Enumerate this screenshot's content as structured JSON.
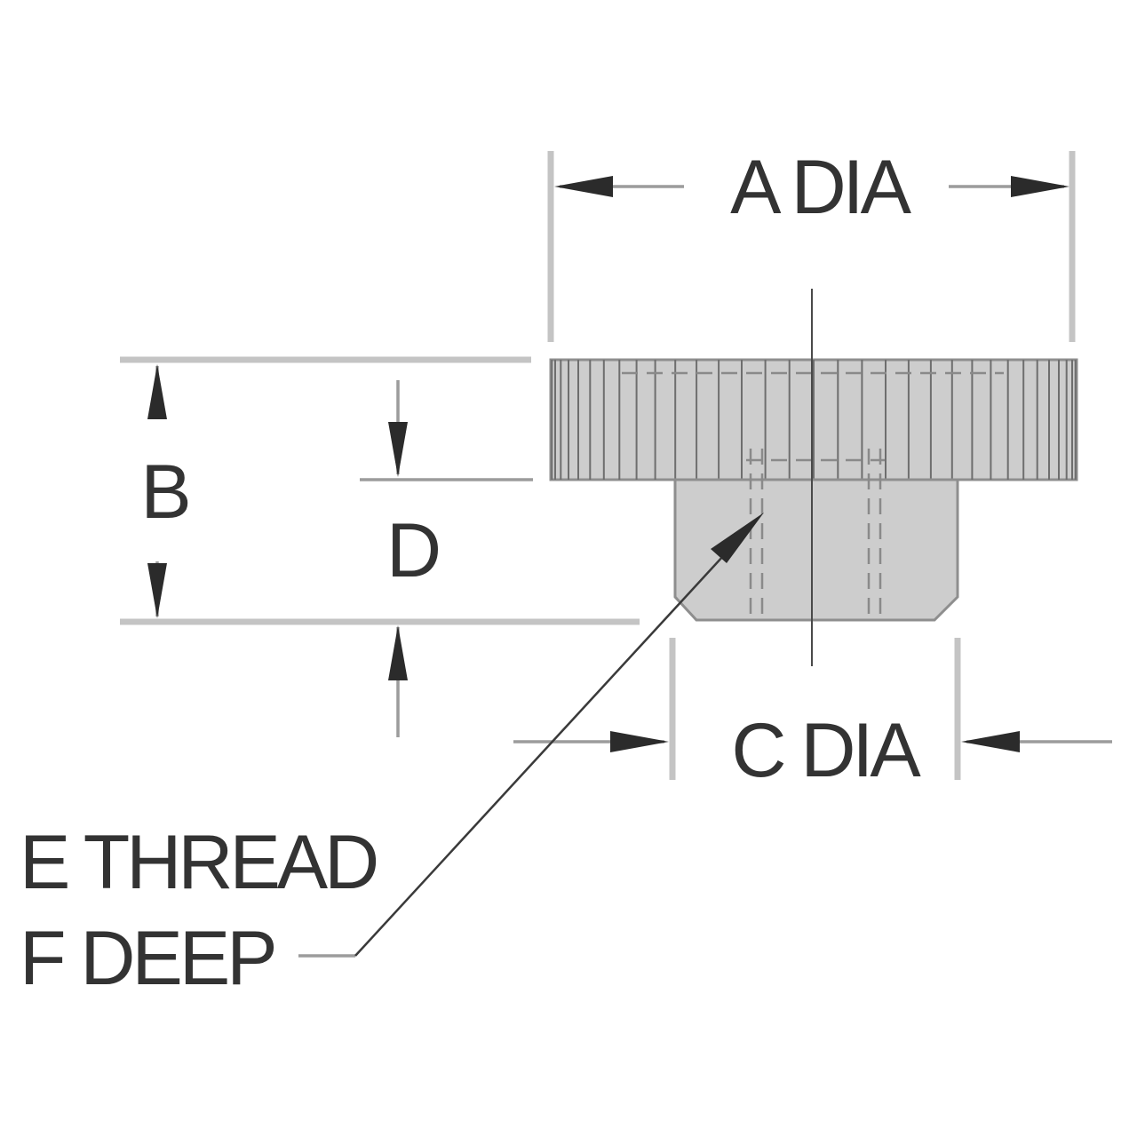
{
  "labels": {
    "a_dia": "A DIA",
    "b": "B",
    "c_dia": "C DIA",
    "d": "D",
    "e_thread": "E THREAD",
    "f_deep": "F DEEP"
  },
  "colors": {
    "part_fill": "#cdcdcd",
    "line": "#9c9c9c",
    "text": "#333333"
  }
}
